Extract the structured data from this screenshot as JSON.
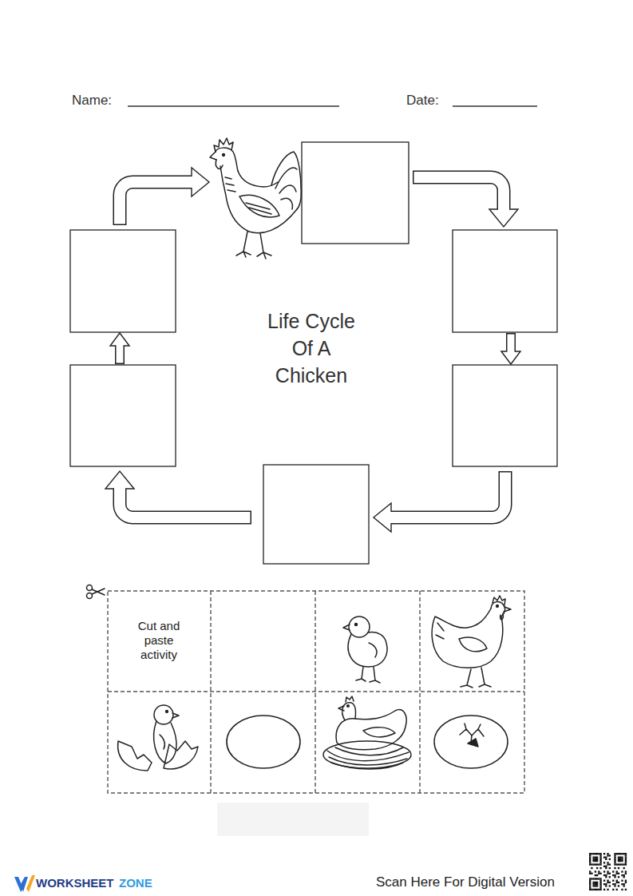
{
  "diagram": {
    "title": "Life Cycle Of A Chicken",
    "labels": [
      "Name:",
      "Date:",
      "Cut and paste activity",
      "WORKSHEET",
      "ZONE",
      "Scan Here For Digital Version"
    ]
  }
}
